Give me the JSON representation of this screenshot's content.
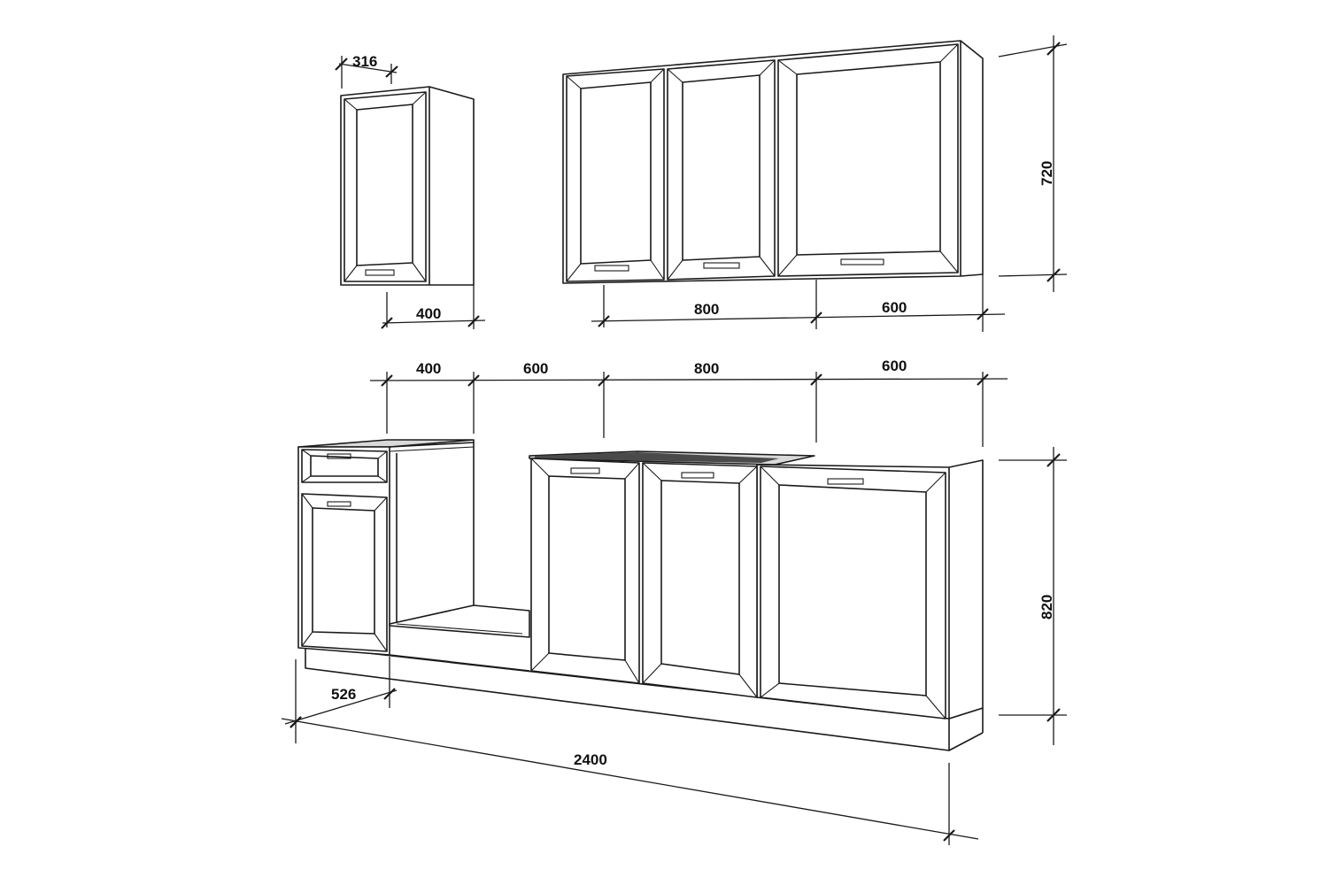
{
  "dimensions": {
    "upper_left_depth": "316",
    "upper_left_width": "400",
    "upper_mid_width": "800",
    "upper_right_width": "600",
    "upper_height": "720",
    "lower_w1": "400",
    "lower_w2": "600",
    "lower_w3": "800",
    "lower_w4": "600",
    "lower_height": "820",
    "lower_depth": "526",
    "total_width": "2400"
  },
  "colors": {
    "line": "#1a1a1a",
    "background": "#ffffff",
    "countertop": "#d9d9d9"
  }
}
